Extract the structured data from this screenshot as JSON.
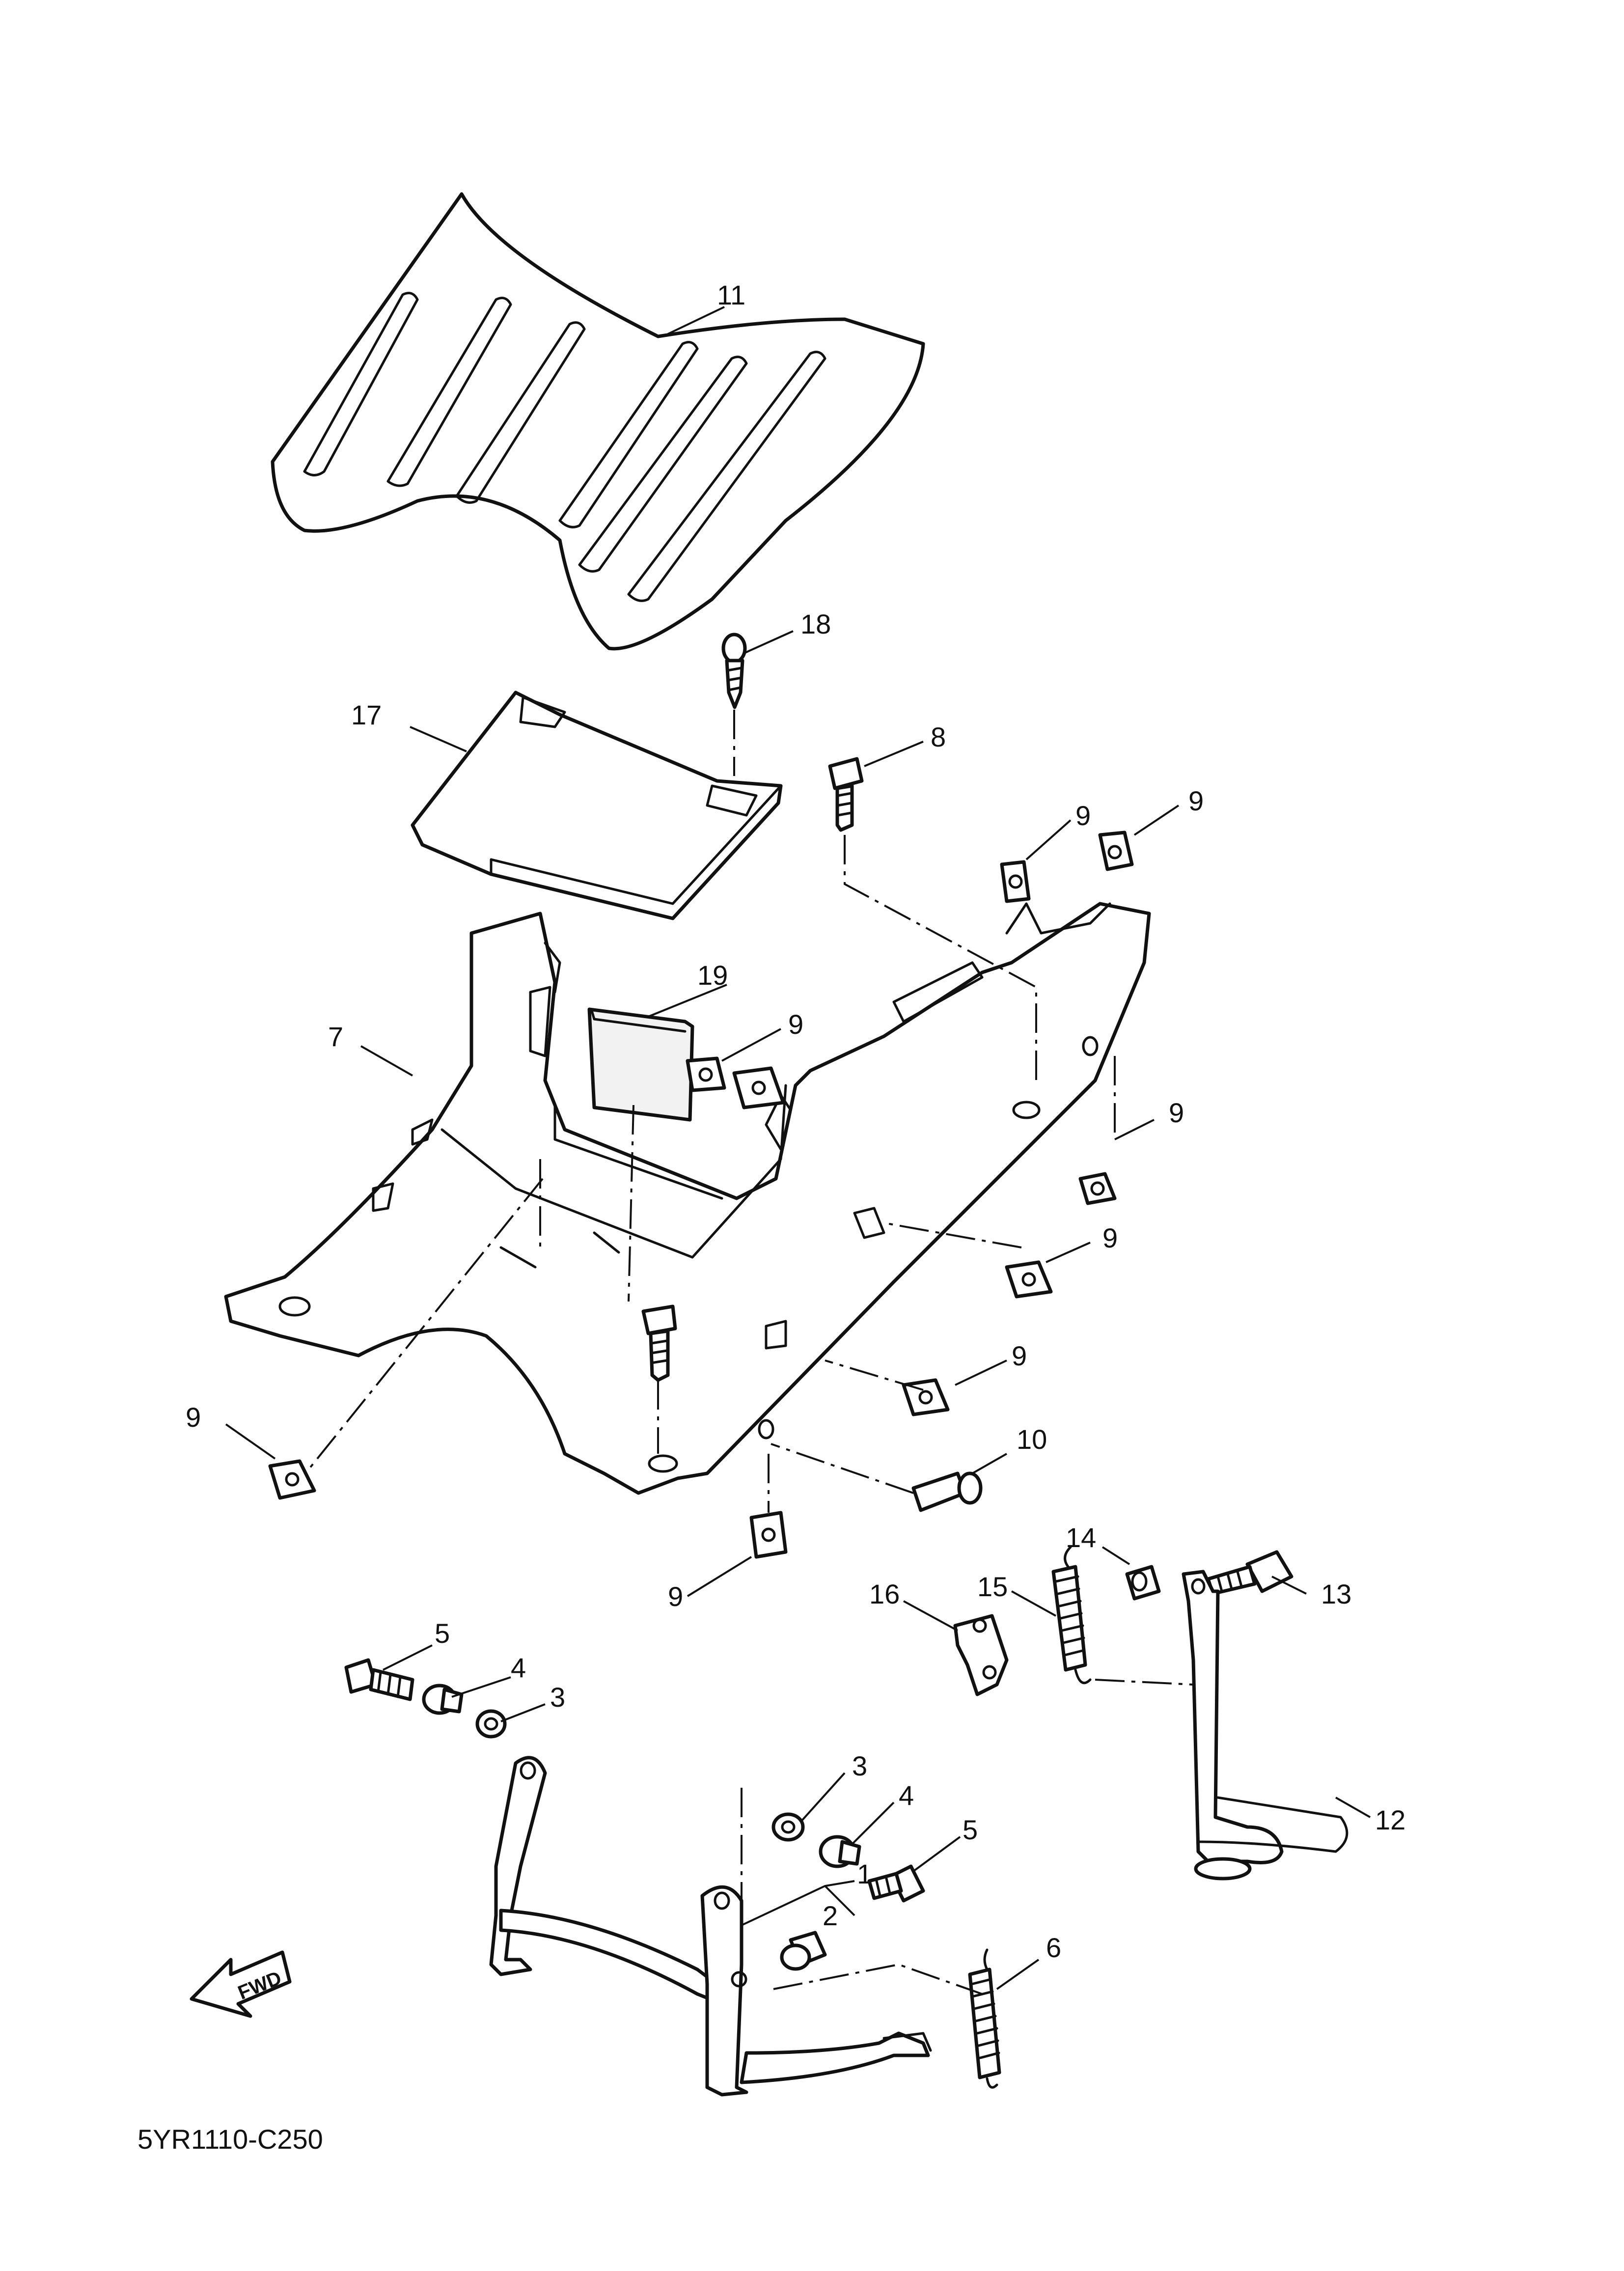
{
  "diagram": {
    "code": "5YR1110-C250",
    "fwd_label": "FWD",
    "callouts": [
      "11",
      "18",
      "17",
      "8",
      "9",
      "9",
      "19",
      "9",
      "7",
      "9",
      "9",
      "9",
      "9",
      "10",
      "9",
      "14",
      "13",
      "15",
      "16",
      "5",
      "4",
      "3",
      "3",
      "4",
      "5",
      "1",
      "2",
      "6",
      "12"
    ]
  }
}
